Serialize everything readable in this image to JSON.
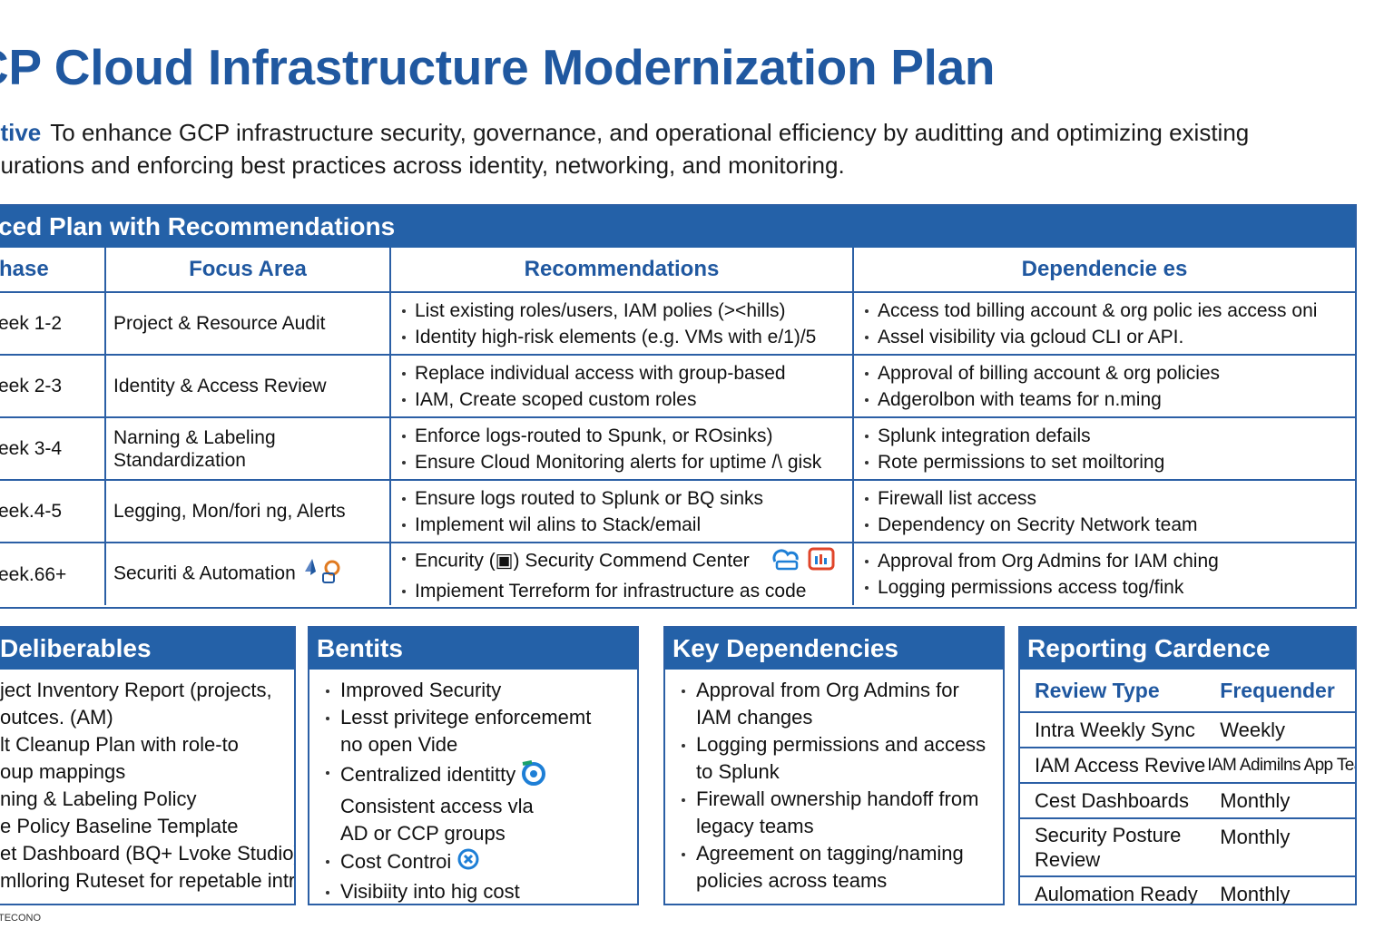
{
  "title": "CP Cloud Infrastructure Modernization Plan",
  "objective": {
    "label": "ctive",
    "text": "To enhance GCP infrastructure security, governance, and operational efficiency by auditting and optimizing existing gurations and enforcing best practices across identity, networking, and monitoring."
  },
  "plan": {
    "header": "ced Plan  with Recommendations",
    "columns": [
      "hase",
      "Focus Area",
      "Recommendations",
      "Dependencie es"
    ],
    "rows": [
      {
        "phase": "eek 1-2",
        "focus": "Project & Resource Audit",
        "recs": [
          "List existing roles/users, IAM polies (><hills)",
          "Identity high-risk elements (e.g. VMs with e/1)/5"
        ],
        "deps": [
          "Access tod  billing account & org polic ies  access oni",
          "Assel visibility via gcloud CLI or API."
        ]
      },
      {
        "phase": "eek 2-3",
        "focus": "Identity & Access Review",
        "recs": [
          "Replace individual access with group-based",
          "IAM, Create scoped custom roles"
        ],
        "deps": [
          "Approval of billing account & org policies",
          "Adgerolbon  with teams for n.ming"
        ]
      },
      {
        "phase": "eek 3-4",
        "focus": "Narning & Labeling Standardization",
        "recs": [
          "Enforce logs-routed to Spunk, or ROsinks)",
          "Ensure Cloud Monitoring alerts for uptime /\\ gisk"
        ],
        "deps": [
          "Splunk  integration defails",
          "Rote permissions to set moiltoring"
        ]
      },
      {
        "phase": "eek.4-5",
        "focus": "Legging,  Mon/fori ng,  Alerts",
        "recs": [
          "Ensure logs routed to Splunk  or BQ sinks",
          "Implement wil alins to Stack/email"
        ],
        "deps": [
          "Firewall list access",
          "Dependency on Secrity Network team"
        ]
      },
      {
        "phase": "eek.66+",
        "focus": "Securiti & Automation",
        "recs": [
          "Encurity (▣) Security Commend Center",
          "Impiement Terreform for infrastructure as code"
        ],
        "deps": [
          "Approval from Org Admins for IAM ching",
          "Logging  permissions  access tog/fink"
        ]
      }
    ]
  },
  "deliverables": {
    "title": "Deliberables",
    "items": [
      "ject Inventory Report (projects,",
      "outces. (AM)",
      "lt Cleanup Plan with role-to",
      "oup mappings",
      "ning & Labeling Policy",
      "e Policy Baseline Template",
      "et Dashboard (BQ+ Lvoke Studio)",
      "mlloring Ruteset for repetable intra"
    ]
  },
  "benefits": {
    "title": "Bentits",
    "items": [
      {
        "lines": [
          "Improved Security"
        ]
      },
      {
        "lines": [
          "Lesst privitege enforcememt",
          "no open Vide"
        ]
      },
      {
        "lines": [
          "Centralized identitty",
          "Consistent access vla",
          "AD or CCP groups"
        ]
      },
      {
        "lines": [
          "Cost Controi"
        ]
      },
      {
        "lines": [
          "Visibiity into hig cost resourcands"
        ]
      }
    ]
  },
  "key_dependencies": {
    "title": "Key Dependencies",
    "items": [
      {
        "lines": [
          "Approval from Org Admins for",
          "IAM changes"
        ]
      },
      {
        "lines": [
          "Logging permissions and access",
          "to Splunk"
        ]
      },
      {
        "lines": [
          "Firewall ownership handoff from",
          "legacy teams"
        ]
      },
      {
        "lines": [
          "Agreement on tagging/naming",
          "policies across teams"
        ]
      }
    ]
  },
  "reporting": {
    "title": "Reporting Cardence",
    "columns": [
      "Review Type",
      "Frequender"
    ],
    "rows": [
      [
        "Intra Weekly Sync",
        "Weekly"
      ],
      [
        "IAM Access Revive",
        "IAM Adimilns App Team"
      ],
      [
        "Cest Dashboards",
        "Monthly"
      ],
      [
        "Security Posture Review",
        "Monthly"
      ],
      [
        "Aulomation Ready",
        "Monthly"
      ]
    ]
  },
  "footer": "TECONO",
  "colors": {
    "brand_blue": "#2461a8",
    "title_blue": "#2058a0",
    "border_blue": "#2b5fa5"
  },
  "icons": [
    "rocket-icon",
    "cloud-sync-icon",
    "dashboard-icon",
    "target-icon",
    "cost-icon"
  ]
}
